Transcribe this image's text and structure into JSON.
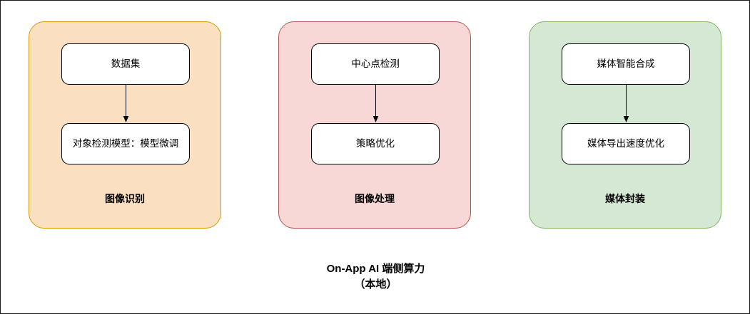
{
  "diagram": {
    "caption_line1": "On-App AI 端侧算力",
    "caption_line2": "（本地）",
    "groups": [
      {
        "label": "图像识别",
        "color_fill": "#fae0c0",
        "color_border": "#d79b00",
        "nodes": [
          {
            "label": "数据集"
          },
          {
            "label": "对象检测模型：模型微调"
          }
        ],
        "edge": {
          "from": "数据集",
          "to": "对象检测模型：模型微调",
          "style": "arrow-down"
        }
      },
      {
        "label": "图像处理",
        "color_fill": "#f8d7d7",
        "color_border": "#b85450",
        "nodes": [
          {
            "label": "中心点检测"
          },
          {
            "label": "策略优化"
          }
        ],
        "edge": {
          "from": "中心点检测",
          "to": "策略优化",
          "style": "arrow-down"
        }
      },
      {
        "label": "媒体封装",
        "color_fill": "#d5e8d4",
        "color_border": "#82b366",
        "nodes": [
          {
            "label": "媒体智能合成"
          },
          {
            "label": "媒体导出速度优化"
          }
        ],
        "edge": {
          "from": "媒体智能合成",
          "to": "媒体导出速度优化",
          "style": "arrow-down"
        }
      }
    ]
  }
}
